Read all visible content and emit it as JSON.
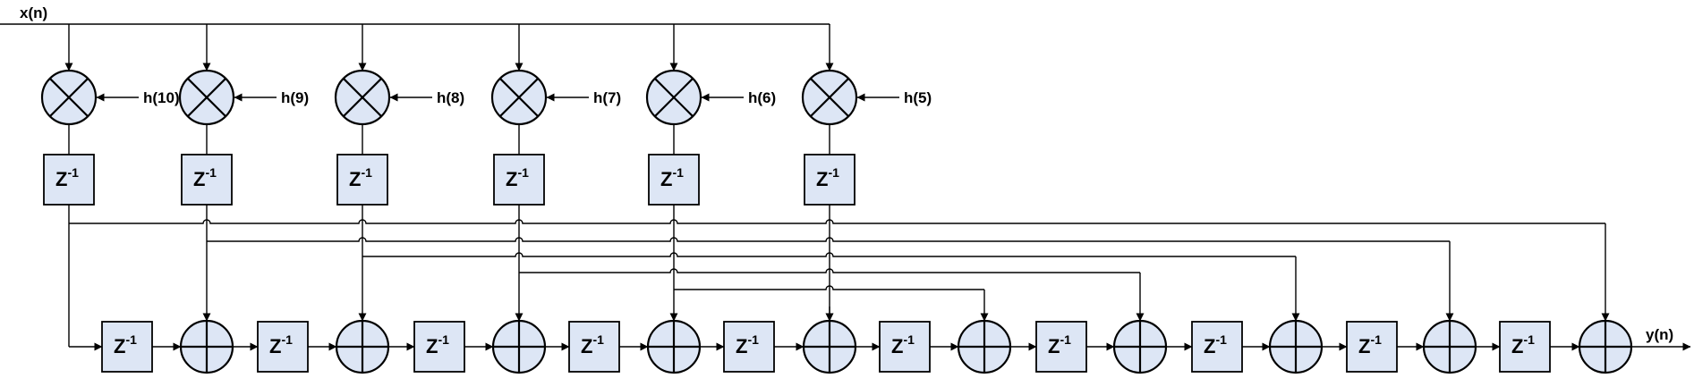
{
  "input_label": "x(n)",
  "output_label": "y(n)",
  "delay_text": "Z",
  "delay_exp": "-1",
  "coefficients": [
    "h(10)",
    "h(9)",
    "h(8)",
    "h(7)",
    "h(6)",
    "h(5)"
  ]
}
